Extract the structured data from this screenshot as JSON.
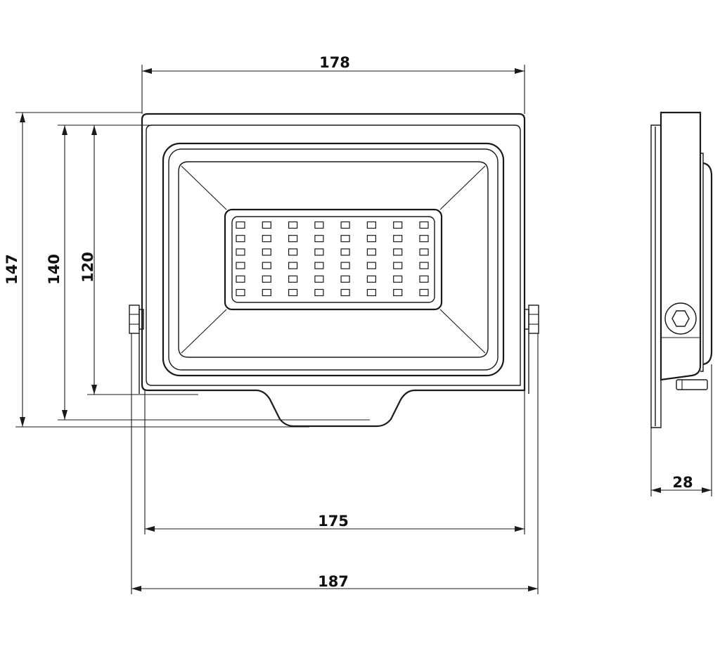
{
  "dimensions": {
    "width_top": "178",
    "height_outer": "147",
    "height_mid": "140",
    "height_inner": "120",
    "width_bottom_inner": "175",
    "width_bottom_outer": "187",
    "depth": "28"
  },
  "led_grid": {
    "columns": 8,
    "rows": 6
  },
  "colors": {
    "line": "#1a1a1a",
    "background": "#ffffff"
  }
}
